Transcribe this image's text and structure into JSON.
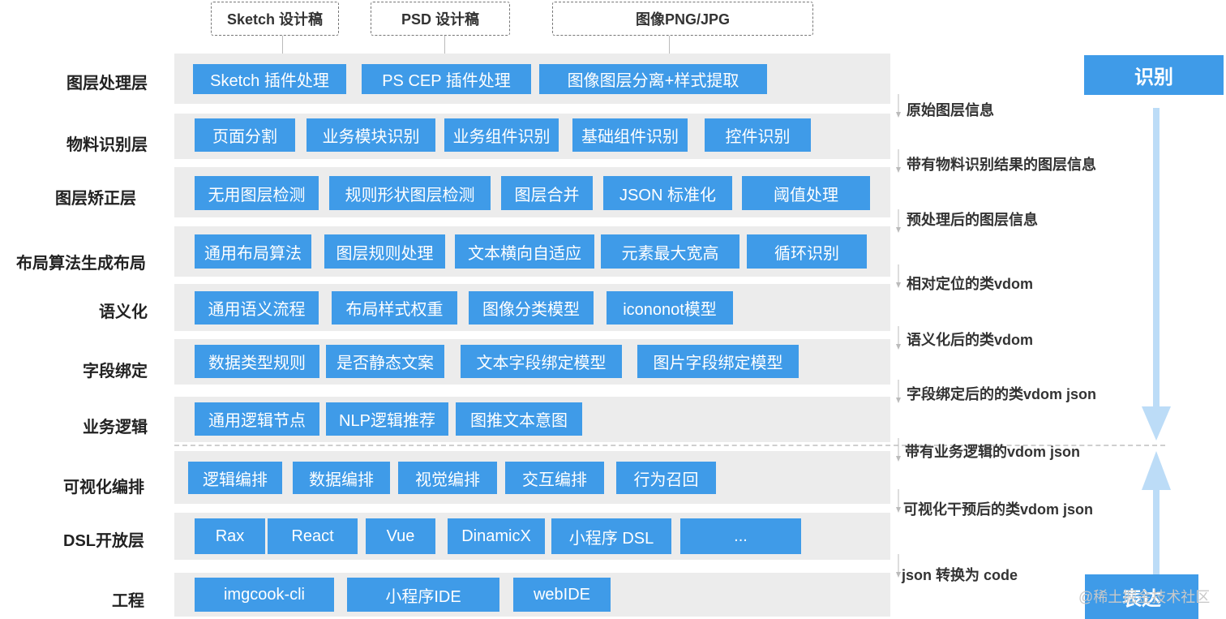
{
  "inputs": [
    {
      "label": "Sketch 设计稿"
    },
    {
      "label": "PSD 设计稿"
    },
    {
      "label": "图像PNG/JPG"
    }
  ],
  "layers": [
    {
      "name": "图层处理层",
      "items": [
        "Sketch 插件处理",
        "PS CEP 插件处理",
        "图像图层分离+样式提取"
      ]
    },
    {
      "name": "物料识别层",
      "items": [
        "页面分割",
        "业务模块识别",
        "业务组件识别",
        "基础组件识别",
        "控件识别"
      ]
    },
    {
      "name": "图层矫正层",
      "items": [
        "无用图层检测",
        "规则形状图层检测",
        "图层合并",
        "JSON 标准化",
        "阈值处理"
      ]
    },
    {
      "name": "布局算法生成布局",
      "items": [
        "通用布局算法",
        "图层规则处理",
        "文本横向自适应",
        "元素最大宽高",
        "循环识别"
      ]
    },
    {
      "name": "语义化",
      "items": [
        "通用语义流程",
        "布局样式权重",
        "图像分类模型",
        "icononot模型"
      ]
    },
    {
      "name": "字段绑定",
      "items": [
        "数据类型规则",
        "是否静态文案",
        "文本字段绑定模型",
        "图片字段绑定模型"
      ]
    },
    {
      "name": "业务逻辑",
      "items": [
        "通用逻辑节点",
        "NLP逻辑推荐",
        "图推文本意图"
      ]
    },
    {
      "name": "可视化编排",
      "items": [
        "逻辑编排",
        "数据编排",
        "视觉编排",
        "交互编排",
        "行为召回"
      ]
    },
    {
      "name": "DSL开放层",
      "items": [
        "Rax",
        "React",
        "Vue",
        "DinamicX",
        "小程序 DSL",
        "..."
      ]
    },
    {
      "name": "工程",
      "items": [
        "imgcook-cli",
        "小程序IDE",
        "webIDE"
      ]
    }
  ],
  "flow_labels": [
    "原始图层信息",
    "带有物料识别结果的图层信息",
    "预处理后的图层信息",
    "相对定位的类vdom",
    "语义化后的类vdom",
    "字段绑定后的的类vdom json",
    "带有业务逻辑的vdom json",
    "可视化干预后的类vdom json",
    "json 转换为 code"
  ],
  "side": {
    "top": "识别",
    "bottom": "表达"
  },
  "watermark": "@稀土掘金技术社区",
  "colors": {
    "chip": "#3f9be8",
    "band": "#ececec",
    "arrow": "#bcdcf7"
  }
}
